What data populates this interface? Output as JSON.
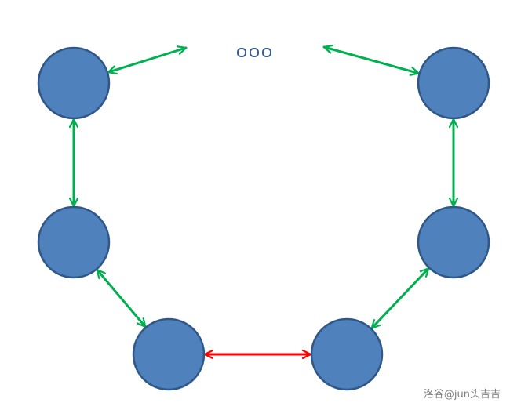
{
  "diagram": {
    "nodes": [
      {
        "id": "top-left"
      },
      {
        "id": "middle-left"
      },
      {
        "id": "bottom-left"
      },
      {
        "id": "bottom-right"
      },
      {
        "id": "middle-right"
      },
      {
        "id": "top-right"
      }
    ],
    "links": [
      {
        "from": "top-left",
        "to": "middle-left",
        "kind": "bidirectional",
        "color": "#00b050"
      },
      {
        "from": "middle-left",
        "to": "bottom-left",
        "kind": "bidirectional",
        "color": "#00b050"
      },
      {
        "from": "bottom-left",
        "to": "bottom-right",
        "kind": "bidirectional",
        "color": "#ff0000"
      },
      {
        "from": "bottom-right",
        "to": "middle-right",
        "kind": "bidirectional",
        "color": "#00b050"
      },
      {
        "from": "middle-right",
        "to": "top-right",
        "kind": "bidirectional",
        "color": "#00b050"
      },
      {
        "from": "top-left",
        "to": "ellipsis",
        "kind": "bidirectional",
        "color": "#00b050"
      },
      {
        "from": "top-right",
        "to": "ellipsis",
        "kind": "bidirectional",
        "color": "#00b050"
      }
    ],
    "ellipsis_count": 3,
    "colors": {
      "node_fill": "#4f81bd",
      "node_stroke": "#2f5787",
      "link_normal": "#00b050",
      "link_highlight": "#ff0000"
    }
  },
  "watermark": {
    "text": "洛谷@jun头吉吉"
  }
}
